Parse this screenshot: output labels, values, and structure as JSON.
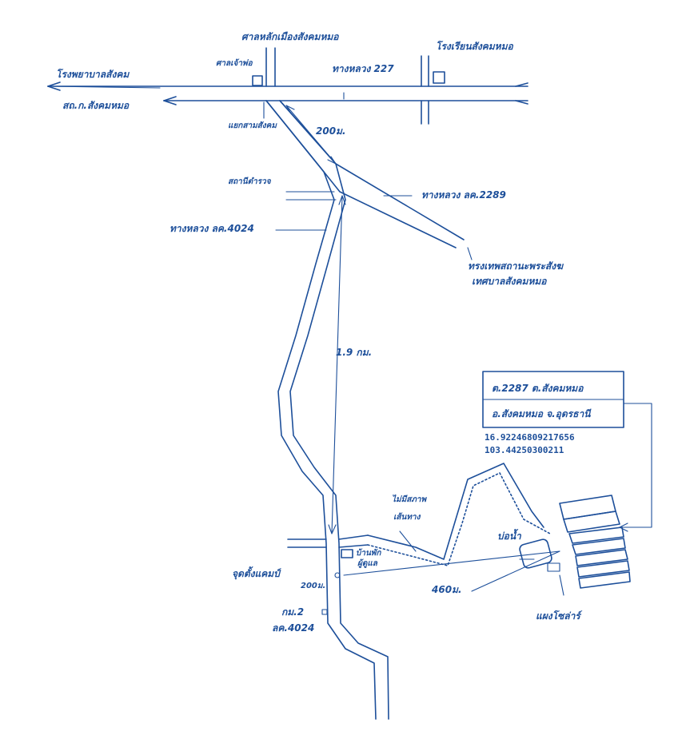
{
  "labels": {
    "district_office": "ศาลหลักเมืองสังคมหมอ",
    "shrine": "ศาลเจ้าพ่อ",
    "hospital": "โรงพยาบาลสังคม",
    "school": "โรงเรียนสังคมหมอ",
    "to_district": "สถ.ก.สังคมหมอ",
    "highway_227": "ทางหลวง 227",
    "intersection": "แยกสามสังคม",
    "dist_200_top": "200ม.",
    "junction_label": "สถานีตำรวจ",
    "road_2289": "ทางหลวง ลค.2289",
    "road_4024": "ทางหลวง ลค.4024",
    "temple_line1": "ทรงเทพสถานะพระสังฆ",
    "temple_line2": "เทศบาลสังคมหมอ",
    "dist_19km": "1.9 กม.",
    "info_line1": "ต.2287 ต.สังคมหมอ",
    "info_line2": "อ.สังคมหมอ จ.อุดรธานี",
    "lat": "16.92246809217656",
    "lon": "103.44250300211",
    "dirt_road_line1": "ไม่มีสภาพ",
    "dirt_road_line2": "เส้นทาง",
    "water_pond": "บ่อน้ำ",
    "house_line1": "บ้านพัก",
    "house_line2": "ผู้ดูแล",
    "checkpoint": "จุดตั้งแคมป์",
    "dist_200_bottom": "200ม.",
    "dist_460": "460ม.",
    "km_marker": "กม.2",
    "road_4024_bottom": "ลค.4024",
    "solar_field": "แผงโซล่าร์"
  }
}
